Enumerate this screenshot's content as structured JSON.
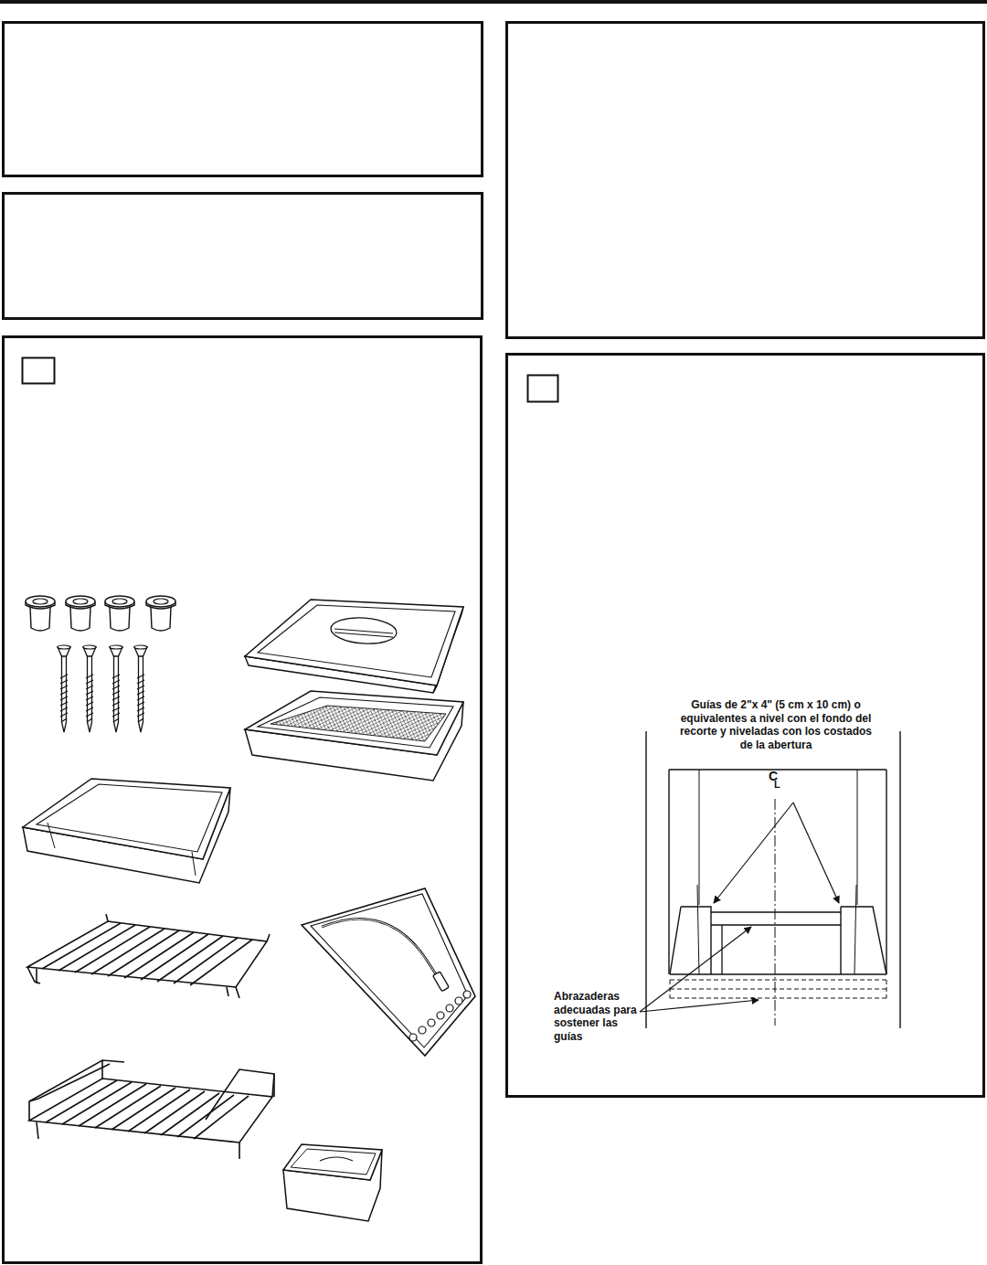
{
  "diagram": {
    "labels": [
      "Guías de 2\"x 4\" (5 cm x 10 cm) o equivalentes a nivel con el fondo del recorte y niveladas con los costados de la abertura",
      "C",
      "L",
      "Abrazaderas adecuadas para sostener las guías"
    ]
  }
}
